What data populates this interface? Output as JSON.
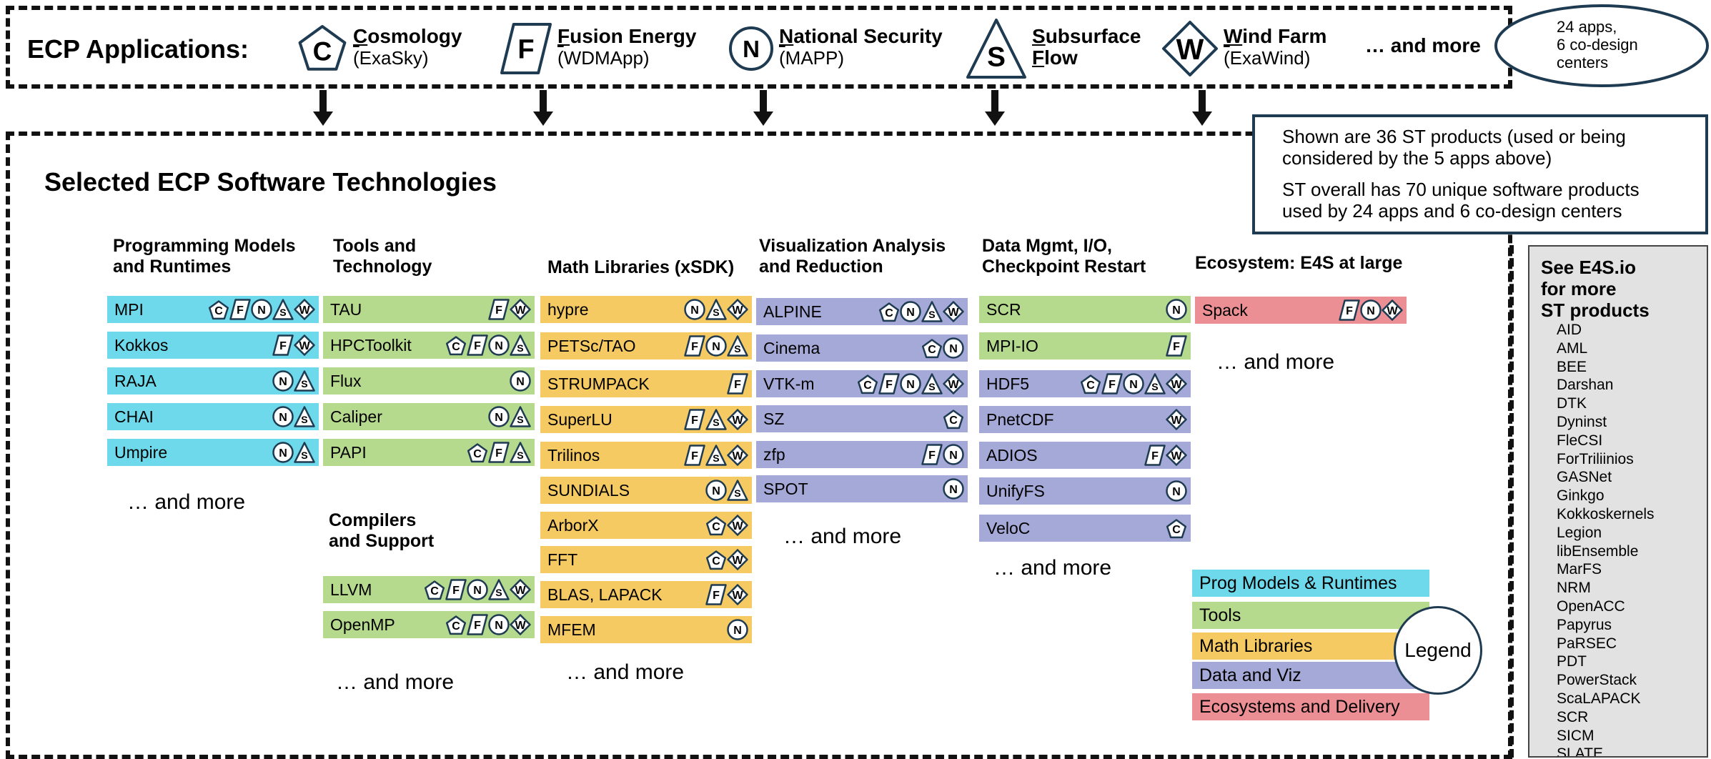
{
  "colors": {
    "prog_models": "#6dd9ea",
    "tools": "#b5d98d",
    "math": "#f6ca62",
    "data_viz": "#a5a9d8",
    "ecosystem": "#ec8f95",
    "navy": "#1e3b52",
    "gray_panel": "#e2e2e2"
  },
  "header": {
    "title": "ECP Applications:",
    "apps": [
      {
        "icon": "pentagon-C",
        "letter": "C",
        "first": "C",
        "rest": "osmology",
        "sub_first": "(",
        "sub_rest": "ExaSky)"
      },
      {
        "icon": "parallelogram-F",
        "letter": "F",
        "first": "F",
        "rest": "usion Energy",
        "sub_first": "(",
        "sub_rest": "WDMApp)"
      },
      {
        "icon": "circle-N",
        "letter": "N",
        "first": "N",
        "rest": "ational Security",
        "sub_first": "(",
        "sub_rest": "MAPP)"
      },
      {
        "icon": "triangle-S",
        "letter": "S",
        "first": "S",
        "rest": "ubsurface",
        "line2": "Flow"
      },
      {
        "icon": "diamond-W",
        "letter": "W",
        "first": "W",
        "rest": "ind Farm",
        "sub_first": "(",
        "sub_rest": "ExaWind)"
      }
    ],
    "and_more": "… and more",
    "ellipse_text": "24 apps,\n6 co-design\ncenters"
  },
  "info_box": {
    "p1": "Shown are 36 ST products (used or being considered by the 5 apps above)",
    "p2": "ST overall has 70 unique software products used by 24 apps and 6 co-design centers"
  },
  "section_title": "Selected ECP Software Technologies",
  "categories": {
    "prog": "Programming Models\nand Runtimes",
    "tools": "Tools and\nTechnology",
    "math": "Math Libraries (xSDK)",
    "vis": "Visualization Analysis\nand Reduction",
    "data": "Data Mgmt, I/O,\nCheckpoint Restart",
    "eco": "Ecosystem: E4S at large",
    "compilers": "Compilers\nand Support"
  },
  "products": {
    "prog": [
      {
        "name": "MPI",
        "apps": [
          "C",
          "F",
          "N",
          "S",
          "W"
        ]
      },
      {
        "name": "Kokkos",
        "apps": [
          "F",
          "W"
        ]
      },
      {
        "name": "RAJA",
        "apps": [
          "N",
          "S"
        ]
      },
      {
        "name": "CHAI",
        "apps": [
          "N",
          "S"
        ]
      },
      {
        "name": "Umpire",
        "apps": [
          "N",
          "S"
        ]
      }
    ],
    "tools": [
      {
        "name": "TAU",
        "apps": [
          "F",
          "W"
        ]
      },
      {
        "name": "HPCToolkit",
        "apps": [
          "C",
          "F",
          "N",
          "S"
        ]
      },
      {
        "name": "Flux",
        "apps": [
          "N"
        ]
      },
      {
        "name": "Caliper",
        "apps": [
          "N",
          "S"
        ]
      },
      {
        "name": "PAPI",
        "apps": [
          "C",
          "F",
          "S"
        ]
      }
    ],
    "compilers": [
      {
        "name": "LLVM",
        "apps": [
          "C",
          "F",
          "N",
          "S",
          "W"
        ]
      },
      {
        "name": "OpenMP",
        "apps": [
          "C",
          "F",
          "N",
          "W"
        ]
      }
    ],
    "math": [
      {
        "name": "hypre",
        "apps": [
          "N",
          "S",
          "W"
        ]
      },
      {
        "name": "PETSc/TAO",
        "apps": [
          "F",
          "N",
          "S"
        ]
      },
      {
        "name": "STRUMPACK",
        "apps": [
          "F"
        ]
      },
      {
        "name": "SuperLU",
        "apps": [
          "F",
          "S",
          "W"
        ]
      },
      {
        "name": "Trilinos",
        "apps": [
          "F",
          "S",
          "W"
        ]
      },
      {
        "name": "SUNDIALS",
        "apps": [
          "N",
          "S"
        ]
      },
      {
        "name": "ArborX",
        "apps": [
          "C",
          "W"
        ]
      },
      {
        "name": "FFT",
        "apps": [
          "C",
          "W"
        ]
      },
      {
        "name": "BLAS, LAPACK",
        "apps": [
          "F",
          "W"
        ]
      },
      {
        "name": "MFEM",
        "apps": [
          "N"
        ]
      }
    ],
    "vis": [
      {
        "name": "ALPINE",
        "apps": [
          "C",
          "N",
          "S",
          "W"
        ]
      },
      {
        "name": "Cinema",
        "apps": [
          "C",
          "N"
        ]
      },
      {
        "name": "VTK-m",
        "apps": [
          "C",
          "F",
          "N",
          "S",
          "W"
        ]
      },
      {
        "name": "SZ",
        "apps": [
          "C"
        ]
      },
      {
        "name": "zfp",
        "apps": [
          "F",
          "N"
        ]
      },
      {
        "name": "SPOT",
        "apps": [
          "N"
        ]
      }
    ],
    "data": [
      {
        "name": "SCR",
        "apps": [
          "N"
        ]
      },
      {
        "name": "MPI-IO",
        "apps": [
          "F"
        ]
      },
      {
        "name": "HDF5",
        "apps": [
          "C",
          "F",
          "N",
          "S",
          "W"
        ]
      },
      {
        "name": "PnetCDF",
        "apps": [
          "W"
        ]
      },
      {
        "name": "ADIOS",
        "apps": [
          "F",
          "W"
        ]
      },
      {
        "name": "UnifyFS",
        "apps": [
          "N"
        ]
      },
      {
        "name": "VeloC",
        "apps": [
          "C"
        ]
      }
    ],
    "eco": [
      {
        "name": "Spack",
        "apps": [
          "F",
          "N",
          "W"
        ]
      }
    ]
  },
  "and_more": "… and more",
  "legend": {
    "items": [
      "Prog Models & Runtimes",
      "Tools",
      "Math Libraries",
      "Data and Viz",
      "Ecosystems and Delivery"
    ],
    "circle_label": "Legend"
  },
  "e4s_panel": {
    "title": "See E4S.io\nfor more\nST products",
    "items": [
      "AID",
      "AML",
      "BEE",
      "Darshan",
      "DTK",
      "Dyninst",
      "FleCSI",
      "ForTriliinios",
      "GASNet",
      "Ginkgo",
      "Kokkoskernels",
      "Legion",
      "libEnsemble",
      "MarFS",
      "NRM",
      "OpenACC",
      "Papyrus",
      "PaRSEC",
      "PDT",
      "PowerStack",
      "ScaLAPACK",
      "SCR",
      "SICM",
      "SLATE"
    ]
  }
}
